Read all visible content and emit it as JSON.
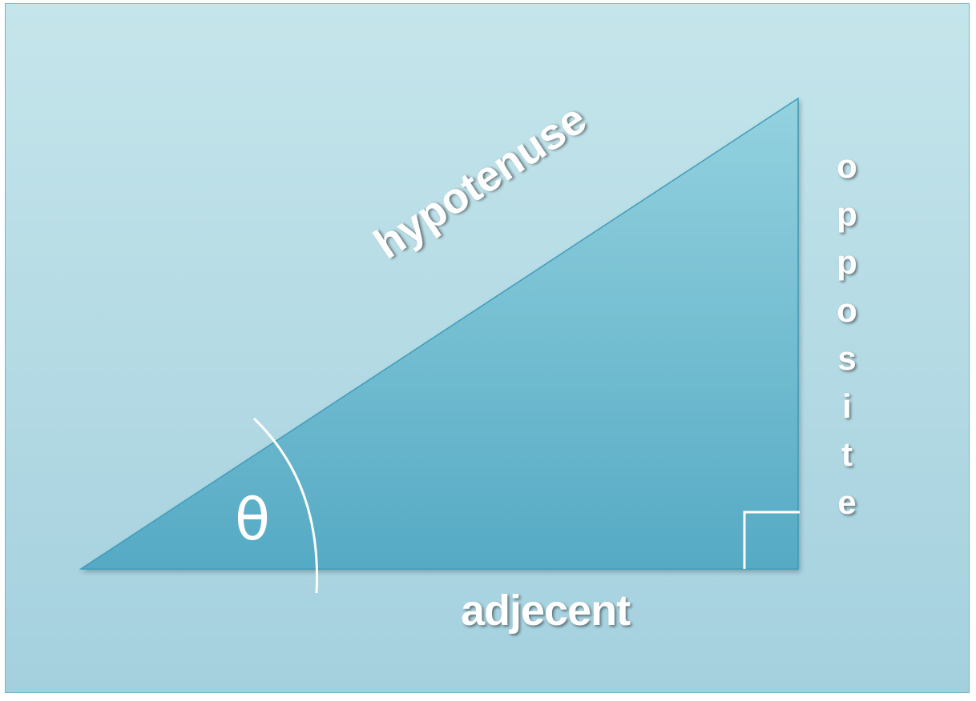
{
  "diagram": {
    "hypotenuse_label": "hypotenuse",
    "adjacent_label": "adjecent",
    "opposite_letters": [
      "o",
      "p",
      "p",
      "o",
      "s",
      "i",
      "t",
      "e"
    ],
    "angle_symbol": "θ"
  },
  "colors": {
    "background_top": "#c5e5eb",
    "background_bottom": "#a4d0de",
    "triangle_top": "#94d2df",
    "triangle_bottom": "#55aac4",
    "triangle_edge": "#3e9cba",
    "marks": "#ffffff"
  }
}
